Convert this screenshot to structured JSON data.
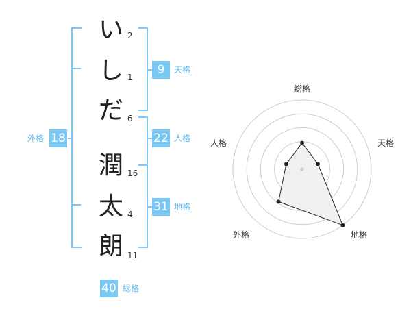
{
  "name_chars": [
    "い",
    "し",
    "だ",
    "潤",
    "太",
    "朗"
  ],
  "stroke_counts": [
    "2",
    "1",
    "6",
    "16",
    "4",
    "11"
  ],
  "kaku": {
    "tenkaku": {
      "value": "9",
      "label": "天格"
    },
    "jinkaku": {
      "value": "22",
      "label": "人格"
    },
    "chikaku": {
      "value": "31",
      "label": "地格"
    },
    "gaikaku": {
      "value": "18",
      "label": "外格"
    },
    "soukaku": {
      "value": "40",
      "label": "総格"
    }
  },
  "colors": {
    "accent": "#7cc8f5",
    "ring": "#cccccc",
    "fill": "#f0f0f0",
    "line": "#222222"
  },
  "chart_data": {
    "type": "radar",
    "axes": [
      "総格",
      "天格",
      "地格",
      "外格",
      "人格"
    ],
    "values": [
      0.38,
      0.24,
      1.0,
      0.58,
      0.24
    ],
    "range": [
      0,
      1
    ],
    "rings": 5
  }
}
